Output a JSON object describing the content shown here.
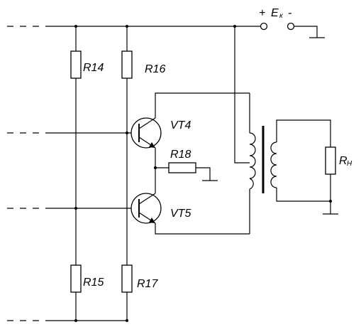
{
  "labels": {
    "r14": "R14",
    "r15": "R15",
    "r16": "R16",
    "r17": "R17",
    "r18": "R18",
    "vt4": "VT4",
    "vt5": "VT5",
    "supply_plus": "+",
    "supply_e": "E",
    "supply_sub": "к",
    "supply_minus": "-",
    "load_r": "R",
    "load_sub": "Н"
  }
}
